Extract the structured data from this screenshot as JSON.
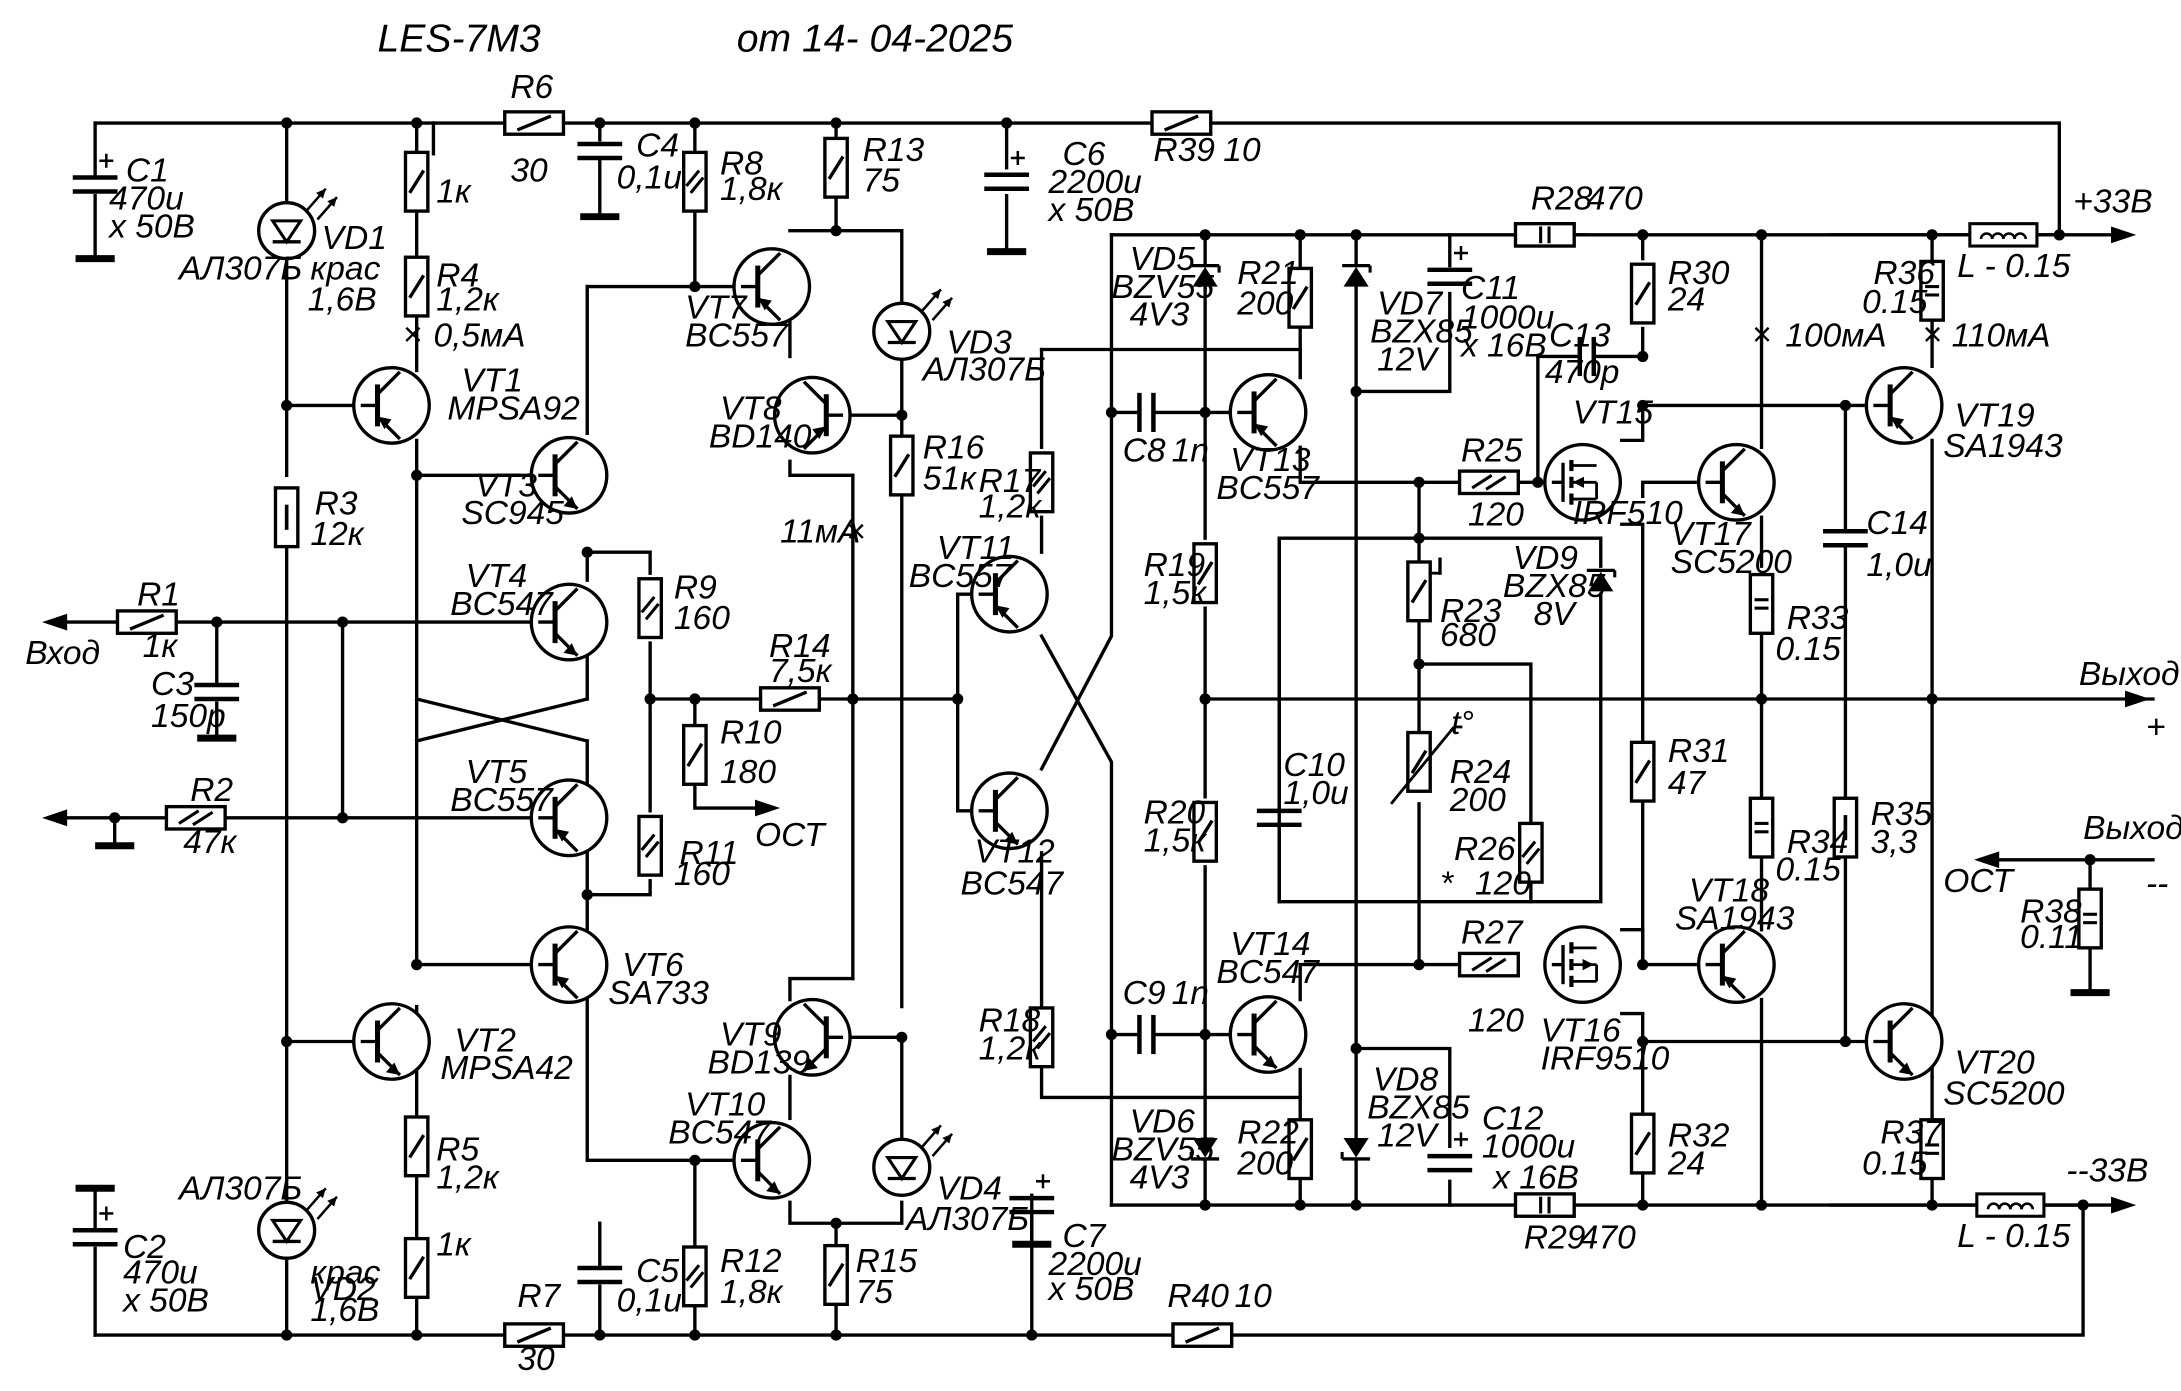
{
  "header": {
    "model": "LES-7M3",
    "date": "от 14- 04-2025"
  },
  "colors": {
    "ink": "#000000",
    "paper": "#ffffff"
  },
  "terminals": {
    "plus_supply": "+33В",
    "minus_supply": "--33В",
    "input": "Вход",
    "output": "Выход",
    "output_plus": "+",
    "output2": "Выход",
    "output2_minus": "--",
    "ost_left": "ОСТ",
    "ost_right": "ОСТ"
  },
  "resistors": [
    {
      "ref": "R1",
      "val": "1к"
    },
    {
      "ref": "R2",
      "val": "47к"
    },
    {
      "ref": "R3",
      "val": "12к"
    },
    {
      "ref": "R4",
      "val": "1,2к"
    },
    {
      "ref": "R5",
      "val": "1,2к"
    },
    {
      "ref": "R6",
      "val": "30"
    },
    {
      "ref": "R7",
      "val": "30"
    },
    {
      "ref": "R8",
      "val": "1,8к"
    },
    {
      "ref": "R9",
      "val": "160"
    },
    {
      "ref": "R10",
      "val": "180"
    },
    {
      "ref": "R11",
      "val": "160"
    },
    {
      "ref": "R12",
      "val": "1,8к"
    },
    {
      "ref": "R13",
      "val": "75"
    },
    {
      "ref": "R14",
      "val": "7,5к"
    },
    {
      "ref": "R15",
      "val": "75"
    },
    {
      "ref": "R16",
      "val": "51к"
    },
    {
      "ref": "R17",
      "val": "1,2к"
    },
    {
      "ref": "R18",
      "val": "1,2к"
    },
    {
      "ref": "R19",
      "val": "1,5к"
    },
    {
      "ref": "R20",
      "val": "1,5к"
    },
    {
      "ref": "R21",
      "val": "200"
    },
    {
      "ref": "R22",
      "val": "200"
    },
    {
      "ref": "R23",
      "val": "680"
    },
    {
      "ref": "R24",
      "val": "200"
    },
    {
      "ref": "R25",
      "val": "120"
    },
    {
      "ref": "R26",
      "val": "120"
    },
    {
      "ref": "R27",
      "val": "120"
    },
    {
      "ref": "R28",
      "val": "470"
    },
    {
      "ref": "R29",
      "val": "470"
    },
    {
      "ref": "R30",
      "val": "24"
    },
    {
      "ref": "R31",
      "val": "47"
    },
    {
      "ref": "R32",
      "val": "24"
    },
    {
      "ref": "R33",
      "val": "0.15"
    },
    {
      "ref": "R34",
      "val": "0.15"
    },
    {
      "ref": "R35",
      "val": "3,3"
    },
    {
      "ref": "R36",
      "val": "0.15"
    },
    {
      "ref": "R37",
      "val": "0.15"
    },
    {
      "ref": "R38",
      "val": "0.11"
    },
    {
      "ref": "R39",
      "val": "10"
    },
    {
      "ref": "R40",
      "val": "10"
    }
  ],
  "trim": {
    "trimmer_value": "1к",
    "thermistor_mark": "t°",
    "select_mark": "*"
  },
  "capacitors": [
    {
      "ref": "C1",
      "val": "470u",
      "v": "x 50В"
    },
    {
      "ref": "C2",
      "val": "470u",
      "v": "x 50В"
    },
    {
      "ref": "C3",
      "val": "150p",
      "v": ""
    },
    {
      "ref": "C4",
      "val": "0,1u",
      "v": ""
    },
    {
      "ref": "C5",
      "val": "0,1u",
      "v": ""
    },
    {
      "ref": "C6",
      "val": "2200u",
      "v": "x 50В"
    },
    {
      "ref": "C7",
      "val": "2200u",
      "v": "x 50В"
    },
    {
      "ref": "C8",
      "val": "1n",
      "v": ""
    },
    {
      "ref": "C9",
      "val": "1n",
      "v": ""
    },
    {
      "ref": "C10",
      "val": "1,0u",
      "v": ""
    },
    {
      "ref": "C11",
      "val": "1000u",
      "v": "x 16В"
    },
    {
      "ref": "C12",
      "val": "1000u",
      "v": "x 16В"
    },
    {
      "ref": "C13",
      "val": "470p",
      "v": ""
    },
    {
      "ref": "C14",
      "val": "1,0u",
      "v": ""
    }
  ],
  "transistors": [
    {
      "ref": "VT1",
      "part": "MPSA92"
    },
    {
      "ref": "VT2",
      "part": "MPSA42"
    },
    {
      "ref": "VT3",
      "part": "SC945"
    },
    {
      "ref": "VT4",
      "part": "BC547"
    },
    {
      "ref": "VT5",
      "part": "BC557"
    },
    {
      "ref": "VT6",
      "part": "SA733"
    },
    {
      "ref": "VT7",
      "part": "BC557"
    },
    {
      "ref": "VT8",
      "part": "BD140"
    },
    {
      "ref": "VT9",
      "part": "BD139"
    },
    {
      "ref": "VT10",
      "part": "BC547"
    },
    {
      "ref": "VT11",
      "part": "BC557"
    },
    {
      "ref": "VT12",
      "part": "BC547"
    },
    {
      "ref": "VT13",
      "part": "BC557"
    },
    {
      "ref": "VT14",
      "part": "BC547"
    },
    {
      "ref": "VT15",
      "part": "IRF510"
    },
    {
      "ref": "VT16",
      "part": "IRF9510"
    },
    {
      "ref": "VT17",
      "part": "SC5200"
    },
    {
      "ref": "VT18",
      "part": "SA1943"
    },
    {
      "ref": "VT19",
      "part": "SA1943"
    },
    {
      "ref": "VT20",
      "part": "SC5200"
    }
  ],
  "diodes": [
    {
      "ref": "VD1",
      "l1": "АЛ307Б",
      "l2": "крас",
      "l3": "1,6В"
    },
    {
      "ref": "VD2",
      "l1": "АЛ307Б",
      "l2": "крас",
      "l3": "1,6В"
    },
    {
      "ref": "VD3",
      "l1": "АЛ307Б",
      "l2": "",
      "l3": ""
    },
    {
      "ref": "VD4",
      "l1": "АЛ307Б",
      "l2": "",
      "l3": ""
    },
    {
      "ref": "VD5",
      "l1": "BZV55",
      "l2": "4V3",
      "l3": ""
    },
    {
      "ref": "VD6",
      "l1": "BZV55",
      "l2": "4V3",
      "l3": ""
    },
    {
      "ref": "VD7",
      "l1": "BZX85",
      "l2": "12V",
      "l3": ""
    },
    {
      "ref": "VD8",
      "l1": "BZX85",
      "l2": "12V",
      "l3": ""
    },
    {
      "ref": "VD9",
      "l1": "BZX85",
      "l2": "8V",
      "l3": ""
    }
  ],
  "inductors": [
    {
      "ref": "L1",
      "label": "L - 0.15"
    },
    {
      "ref": "L2",
      "label": "L - 0.15"
    }
  ],
  "notes": {
    "i_vt1": "0,5мА",
    "i_vas": "11мА",
    "i_vt17": "100мА",
    "i_vt19": "110мА"
  }
}
